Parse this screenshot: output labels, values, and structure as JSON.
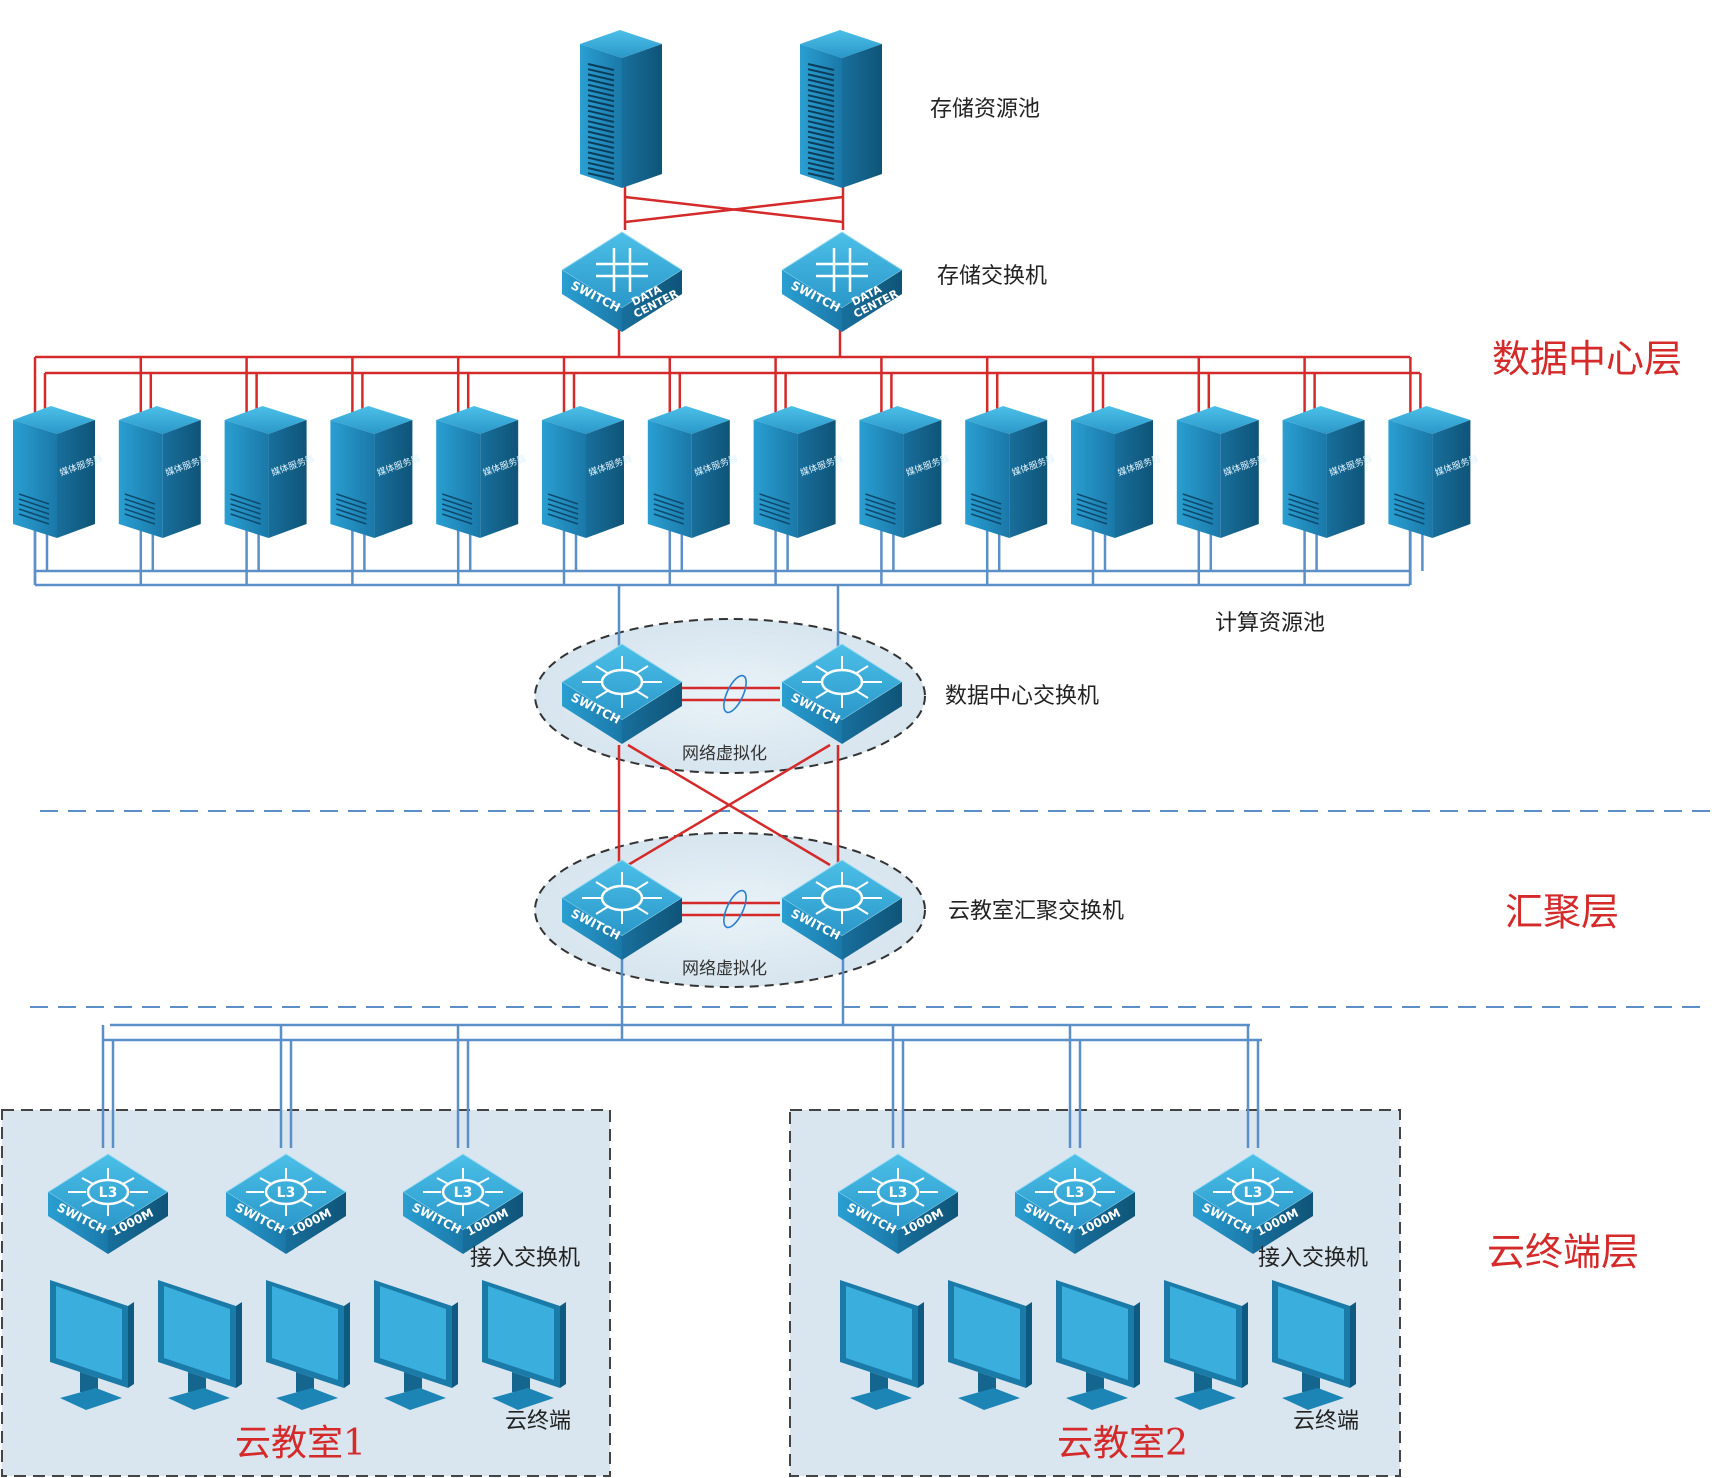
{
  "labels": {
    "storage_pool": "存储资源池",
    "storage_switch": "存储交换机",
    "compute_pool": "计算资源池",
    "dc_switch": "数据中心交换机",
    "net_virt": "网络虚拟化",
    "agg_switch": "云教室汇聚交换机",
    "access_switch": "接入交换机",
    "cloud_terminal": "云终端"
  },
  "layers": {
    "data_center": "数据中心层",
    "aggregation": "汇聚层",
    "cloud_terminal": "云终端层"
  },
  "rooms": [
    "云教室1",
    "云教室2"
  ],
  "device_text": {
    "switch": "SWITCH",
    "data": "DATA",
    "center": "CENTER",
    "l3": "L3",
    "speed": "1000M",
    "media_server": "媒体服务器"
  },
  "counts": {
    "compute_servers": 14,
    "access_switches_per_room": 3,
    "terminals_per_room": 5
  },
  "colors": {
    "red_link": "#d42a2a",
    "blue_link": "#5b8fc7",
    "device_blue": "#1f84b3",
    "device_light": "#3fb0dc",
    "device_dark": "#12608a",
    "room_bg": "#d9e6ef",
    "layer_text": "#d42a2a"
  }
}
